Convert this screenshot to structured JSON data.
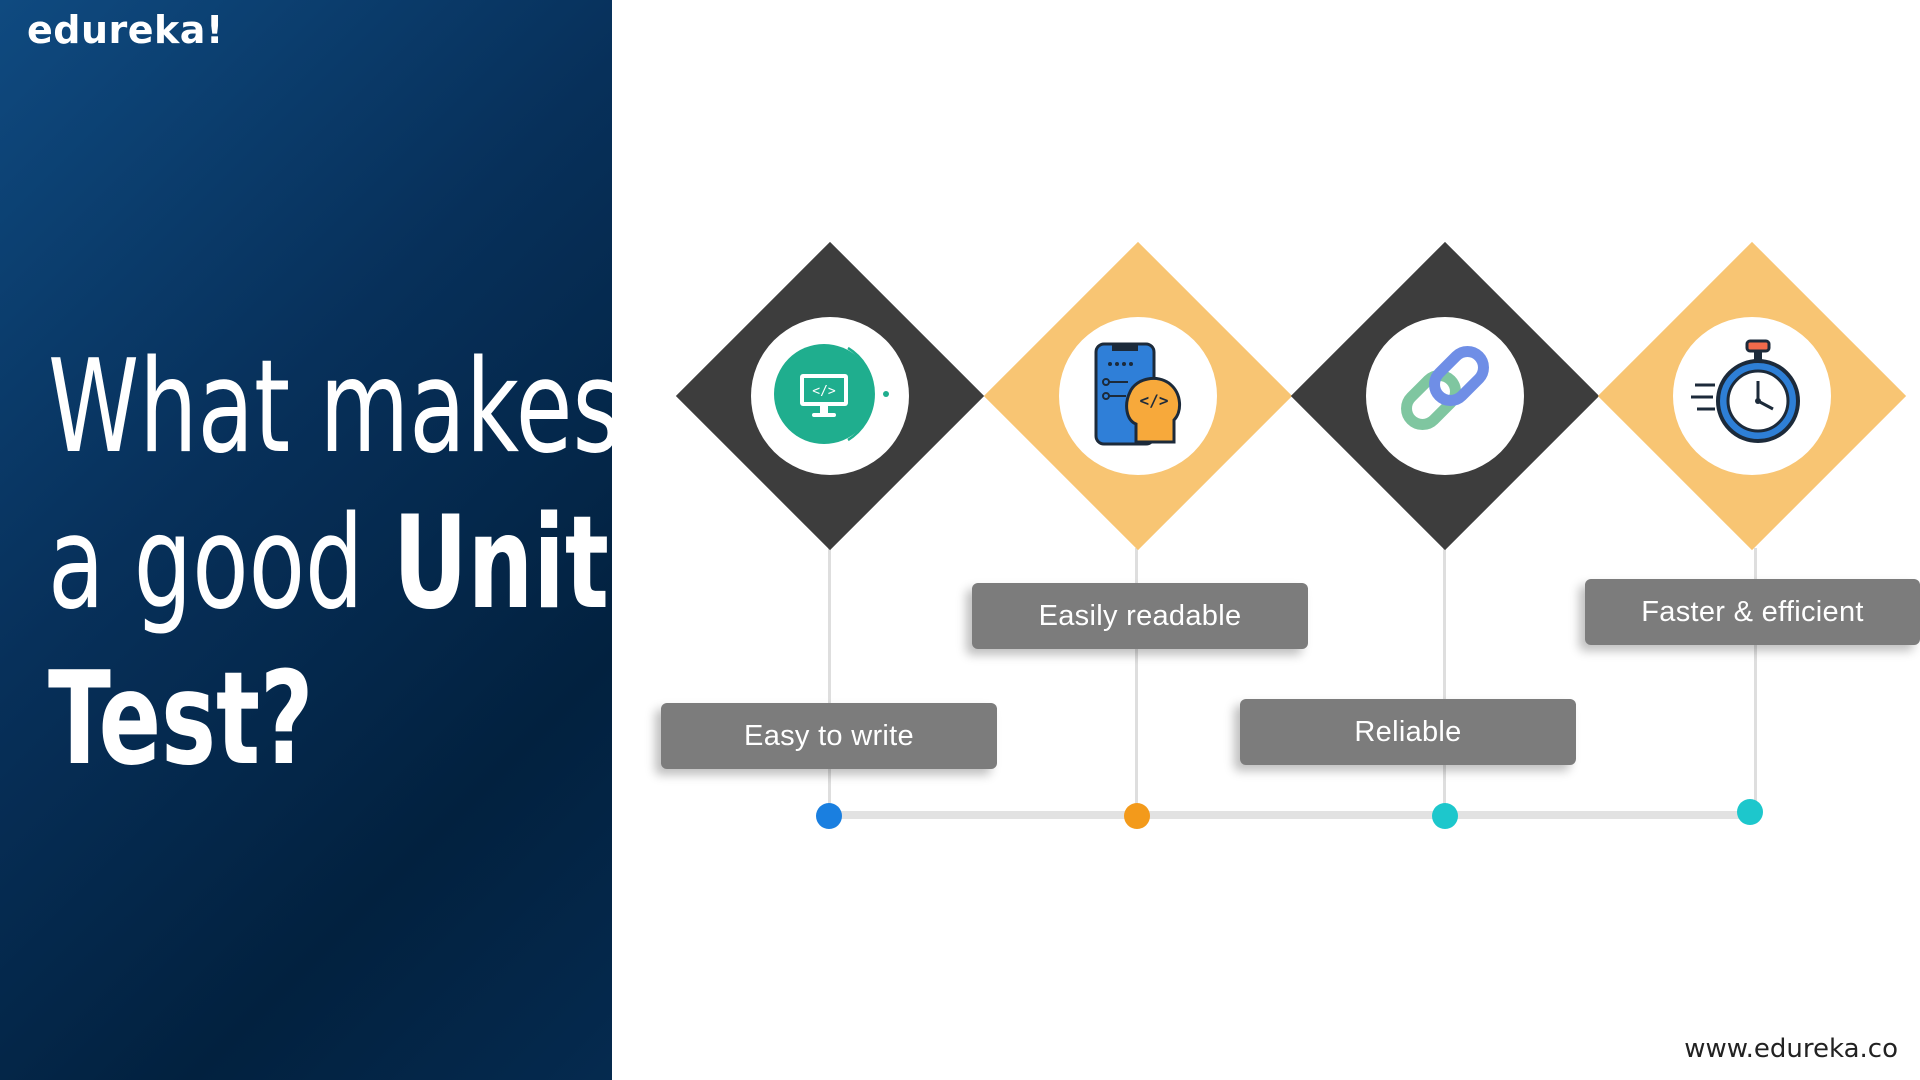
{
  "brand": {
    "logo_text": "edureka!",
    "url": "www.edureka.co"
  },
  "headline": {
    "line1": "What makes",
    "line2_regular": "a good ",
    "line2_bold": "Unit",
    "line3_bold": "Test?"
  },
  "steps": [
    {
      "label": "Easy to write",
      "icon": "code-monitor-icon",
      "diamond_color": "#3d3d3d",
      "dot_color": "#1a7fe0"
    },
    {
      "label": "Easily readable",
      "icon": "phone-reader-icon",
      "diamond_color": "#f8c573",
      "dot_color": "#f39a1b"
    },
    {
      "label": "Reliable",
      "icon": "chain-link-icon",
      "diamond_color": "#3d3d3d",
      "dot_color": "#1dc7cc"
    },
    {
      "label": "Faster & efficient",
      "icon": "stopwatch-icon",
      "diamond_color": "#f8c573",
      "dot_color": "#1dc7cc"
    }
  ]
}
